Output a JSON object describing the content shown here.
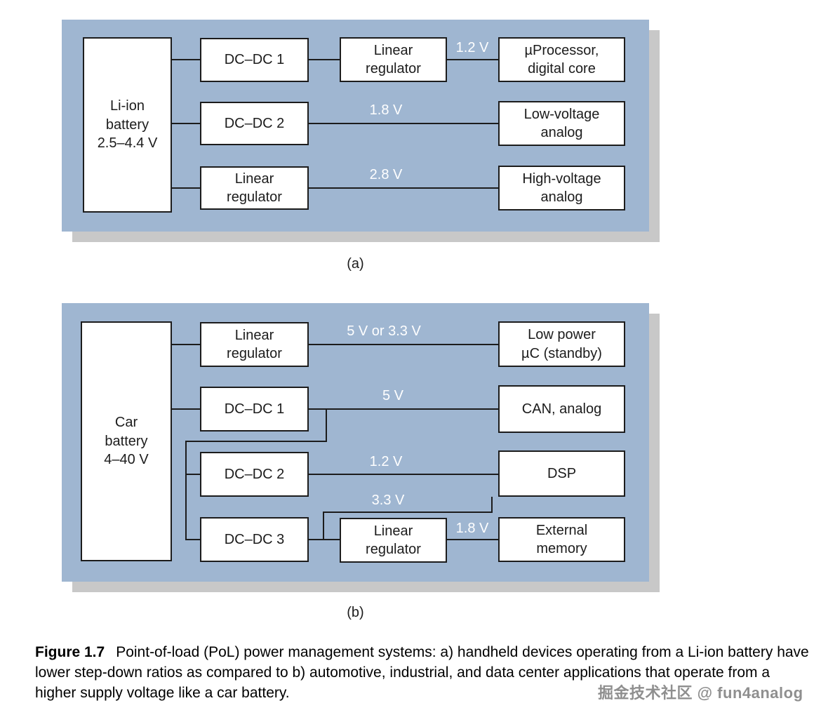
{
  "figure": {
    "panel_a": {
      "caption_label": "(a)",
      "boxes": {
        "battery": "Li-ion\nbattery\n2.5–4.4 V",
        "dcdc1": "DC–DC 1",
        "linear_regulator_top": "Linear\nregulator",
        "microprocessor": "µProcessor,\ndigital core",
        "dcdc2": "DC–DC 2",
        "low_voltage_analog": "Low-voltage\nanalog",
        "linear_regulator_bottom": "Linear\nregulator",
        "high_voltage_analog": "High-voltage\nanalog"
      },
      "voltages": {
        "v1_2": "1.2 V",
        "v1_8": "1.8 V",
        "v2_8": "2.8 V"
      }
    },
    "panel_b": {
      "caption_label": "(b)",
      "boxes": {
        "battery": "Car\nbattery\n4–40 V",
        "linear_regulator_top": "Linear\nregulator",
        "low_power_uc": "Low power\nµC (standby)",
        "dcdc1": "DC–DC 1",
        "can_analog": "CAN, analog",
        "dcdc2": "DC–DC 2",
        "dsp": "DSP",
        "dcdc3": "DC–DC 3",
        "linear_regulator_bottom": "Linear\nregulator",
        "external_memory": "External\nmemory"
      },
      "voltages": {
        "v5_or_3_3": "5 V or 3.3 V",
        "v5": "5 V",
        "v1_2": "1.2 V",
        "v3_3": "3.3 V",
        "v1_8": "1.8 V"
      }
    },
    "caption": {
      "label": "Figure 1.7",
      "text": "Point-of-load (PoL) power management systems: a) handheld devices operating from a Li-ion battery have lower step-down ratios as compared to b) automotive, industrial, and data center applications that operate from a higher supply voltage like a car battery."
    },
    "watermark": "掘金技术社区 @ fun4analog"
  },
  "colors": {
    "panel_background": "#9fb6d1",
    "panel_shadow": "#c8c8c8",
    "box_background": "#ffffff",
    "box_border": "#1c1c1c",
    "wire": "#1c1c1c",
    "voltage_label": "#ffffff",
    "watermark": "#8f8f8f"
  }
}
